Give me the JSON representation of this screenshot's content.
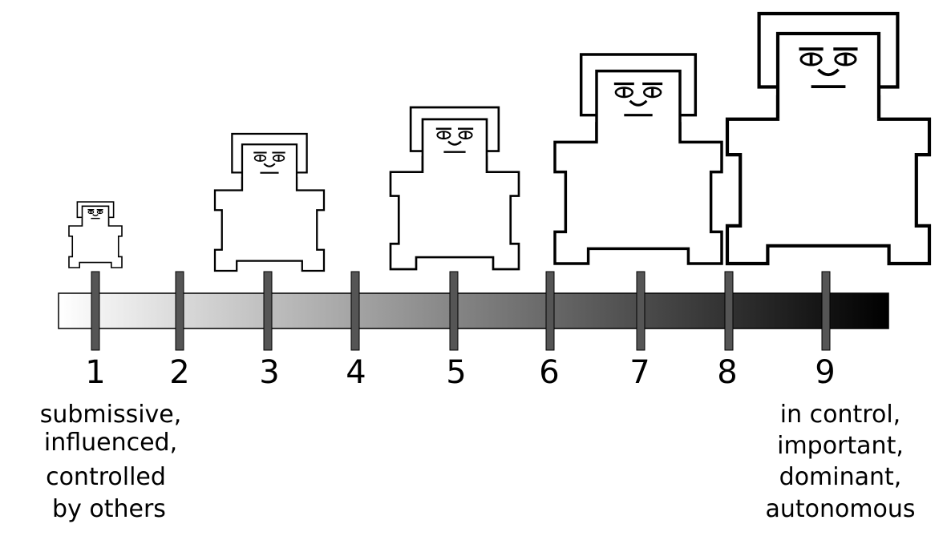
{
  "scale": {
    "points": [
      "1",
      "2",
      "3",
      "4",
      "5",
      "6",
      "7",
      "8",
      "9"
    ],
    "low_label_lines": [
      "submissive,",
      "influenced,",
      "controlled",
      "by others"
    ],
    "high_label_lines": [
      "in control,",
      "important,",
      "dominant,",
      "autonomous"
    ],
    "gradient_start_color": "#ffffff",
    "gradient_end_color": "#000000",
    "tick_color": "#555555"
  },
  "figures": [
    {
      "point": 1
    },
    {
      "point": 3
    },
    {
      "point": 5
    },
    {
      "point": 7
    },
    {
      "point": 9
    }
  ]
}
